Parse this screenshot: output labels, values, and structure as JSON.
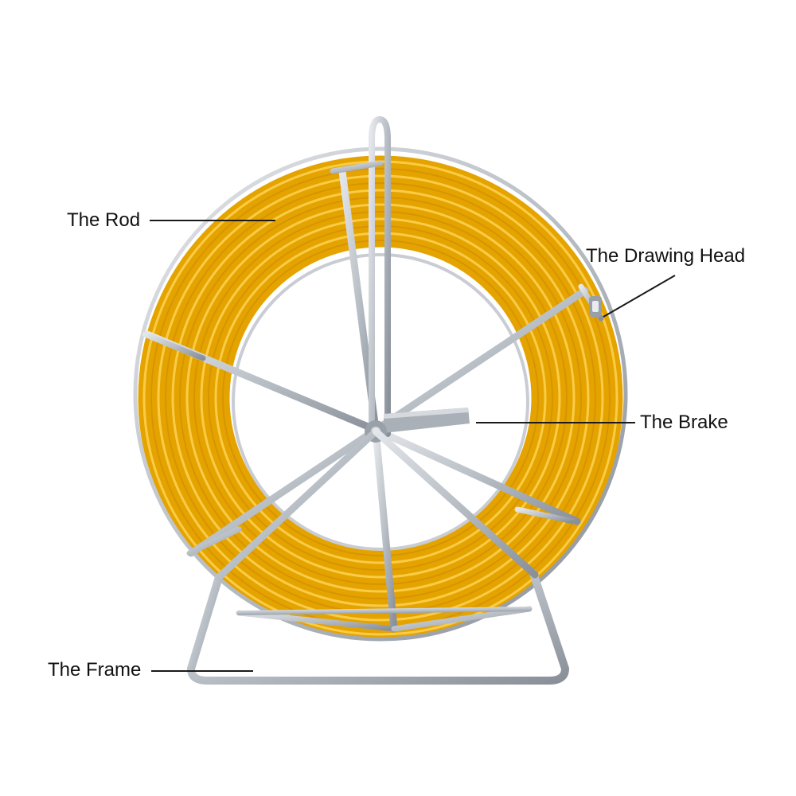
{
  "labels": {
    "rod": "The Rod",
    "drawing_head": "The Drawing Head",
    "brake": "The Brake",
    "frame": "The Frame"
  },
  "colors": {
    "rod_yellow": "#f2b20a",
    "rod_dark": "#d08f00",
    "rod_light": "#ffd657",
    "frame_steel": "#b9bfc6",
    "frame_dark": "#8a9099",
    "leader_line": "#1a1a1a"
  }
}
